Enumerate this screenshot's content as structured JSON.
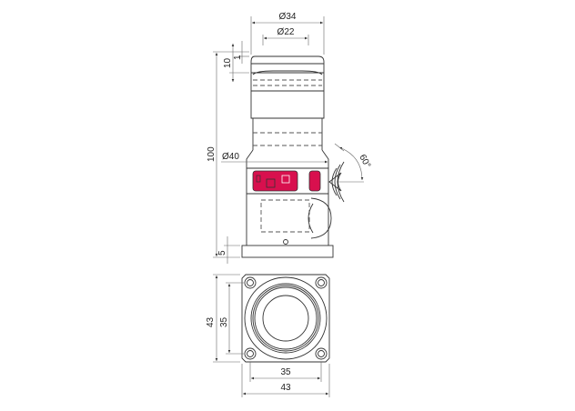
{
  "dimensions": {
    "top_outer_diameter": "Ø34",
    "top_inner_diameter": "Ø22",
    "cap_height": "10",
    "cap_lip": "1",
    "total_height": "100",
    "body_diameter": "Ø40",
    "detection_angle": "60°",
    "base_height": "5",
    "base_outer_height": "43",
    "base_hole_spacing_v": "35",
    "base_hole_spacing_h": "35",
    "base_outer_width": "43"
  },
  "colors": {
    "display": "#d8104e",
    "line": "#333333"
  }
}
